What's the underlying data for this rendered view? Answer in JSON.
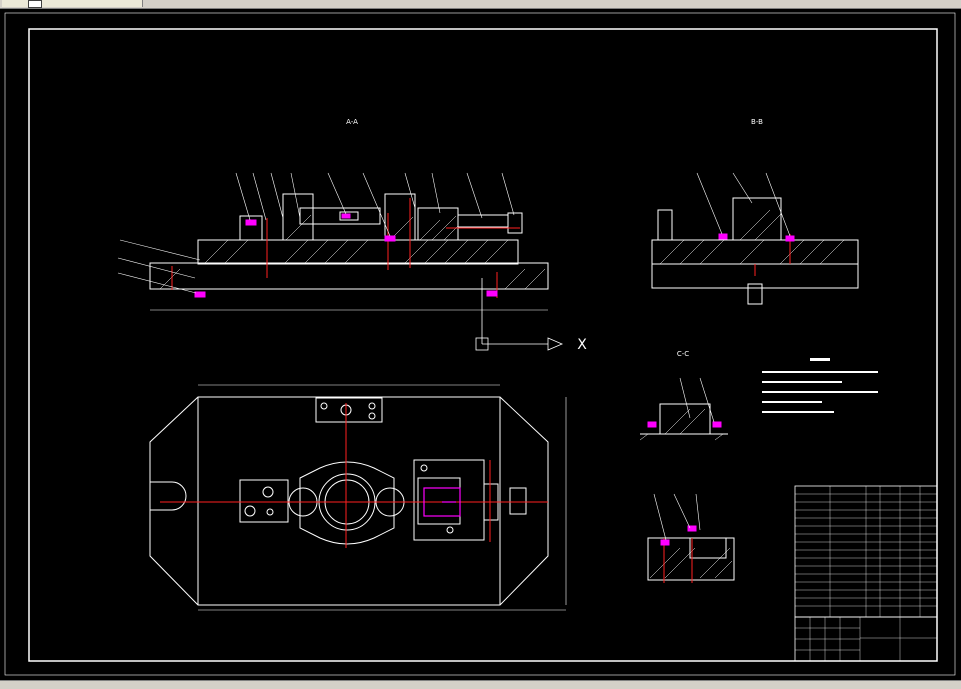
{
  "window": {
    "tab_icon": "drawing-tab-icon"
  },
  "colors": {
    "background": "#000000",
    "line": "#ffffff",
    "center_line": "#ff2020",
    "accent": "#ff00ff",
    "leader": "#ffffff"
  },
  "views": {
    "section_a": "A-A",
    "section_b": "B-B",
    "section_c": "C-C"
  },
  "ucs": {
    "x_label": "X"
  }
}
